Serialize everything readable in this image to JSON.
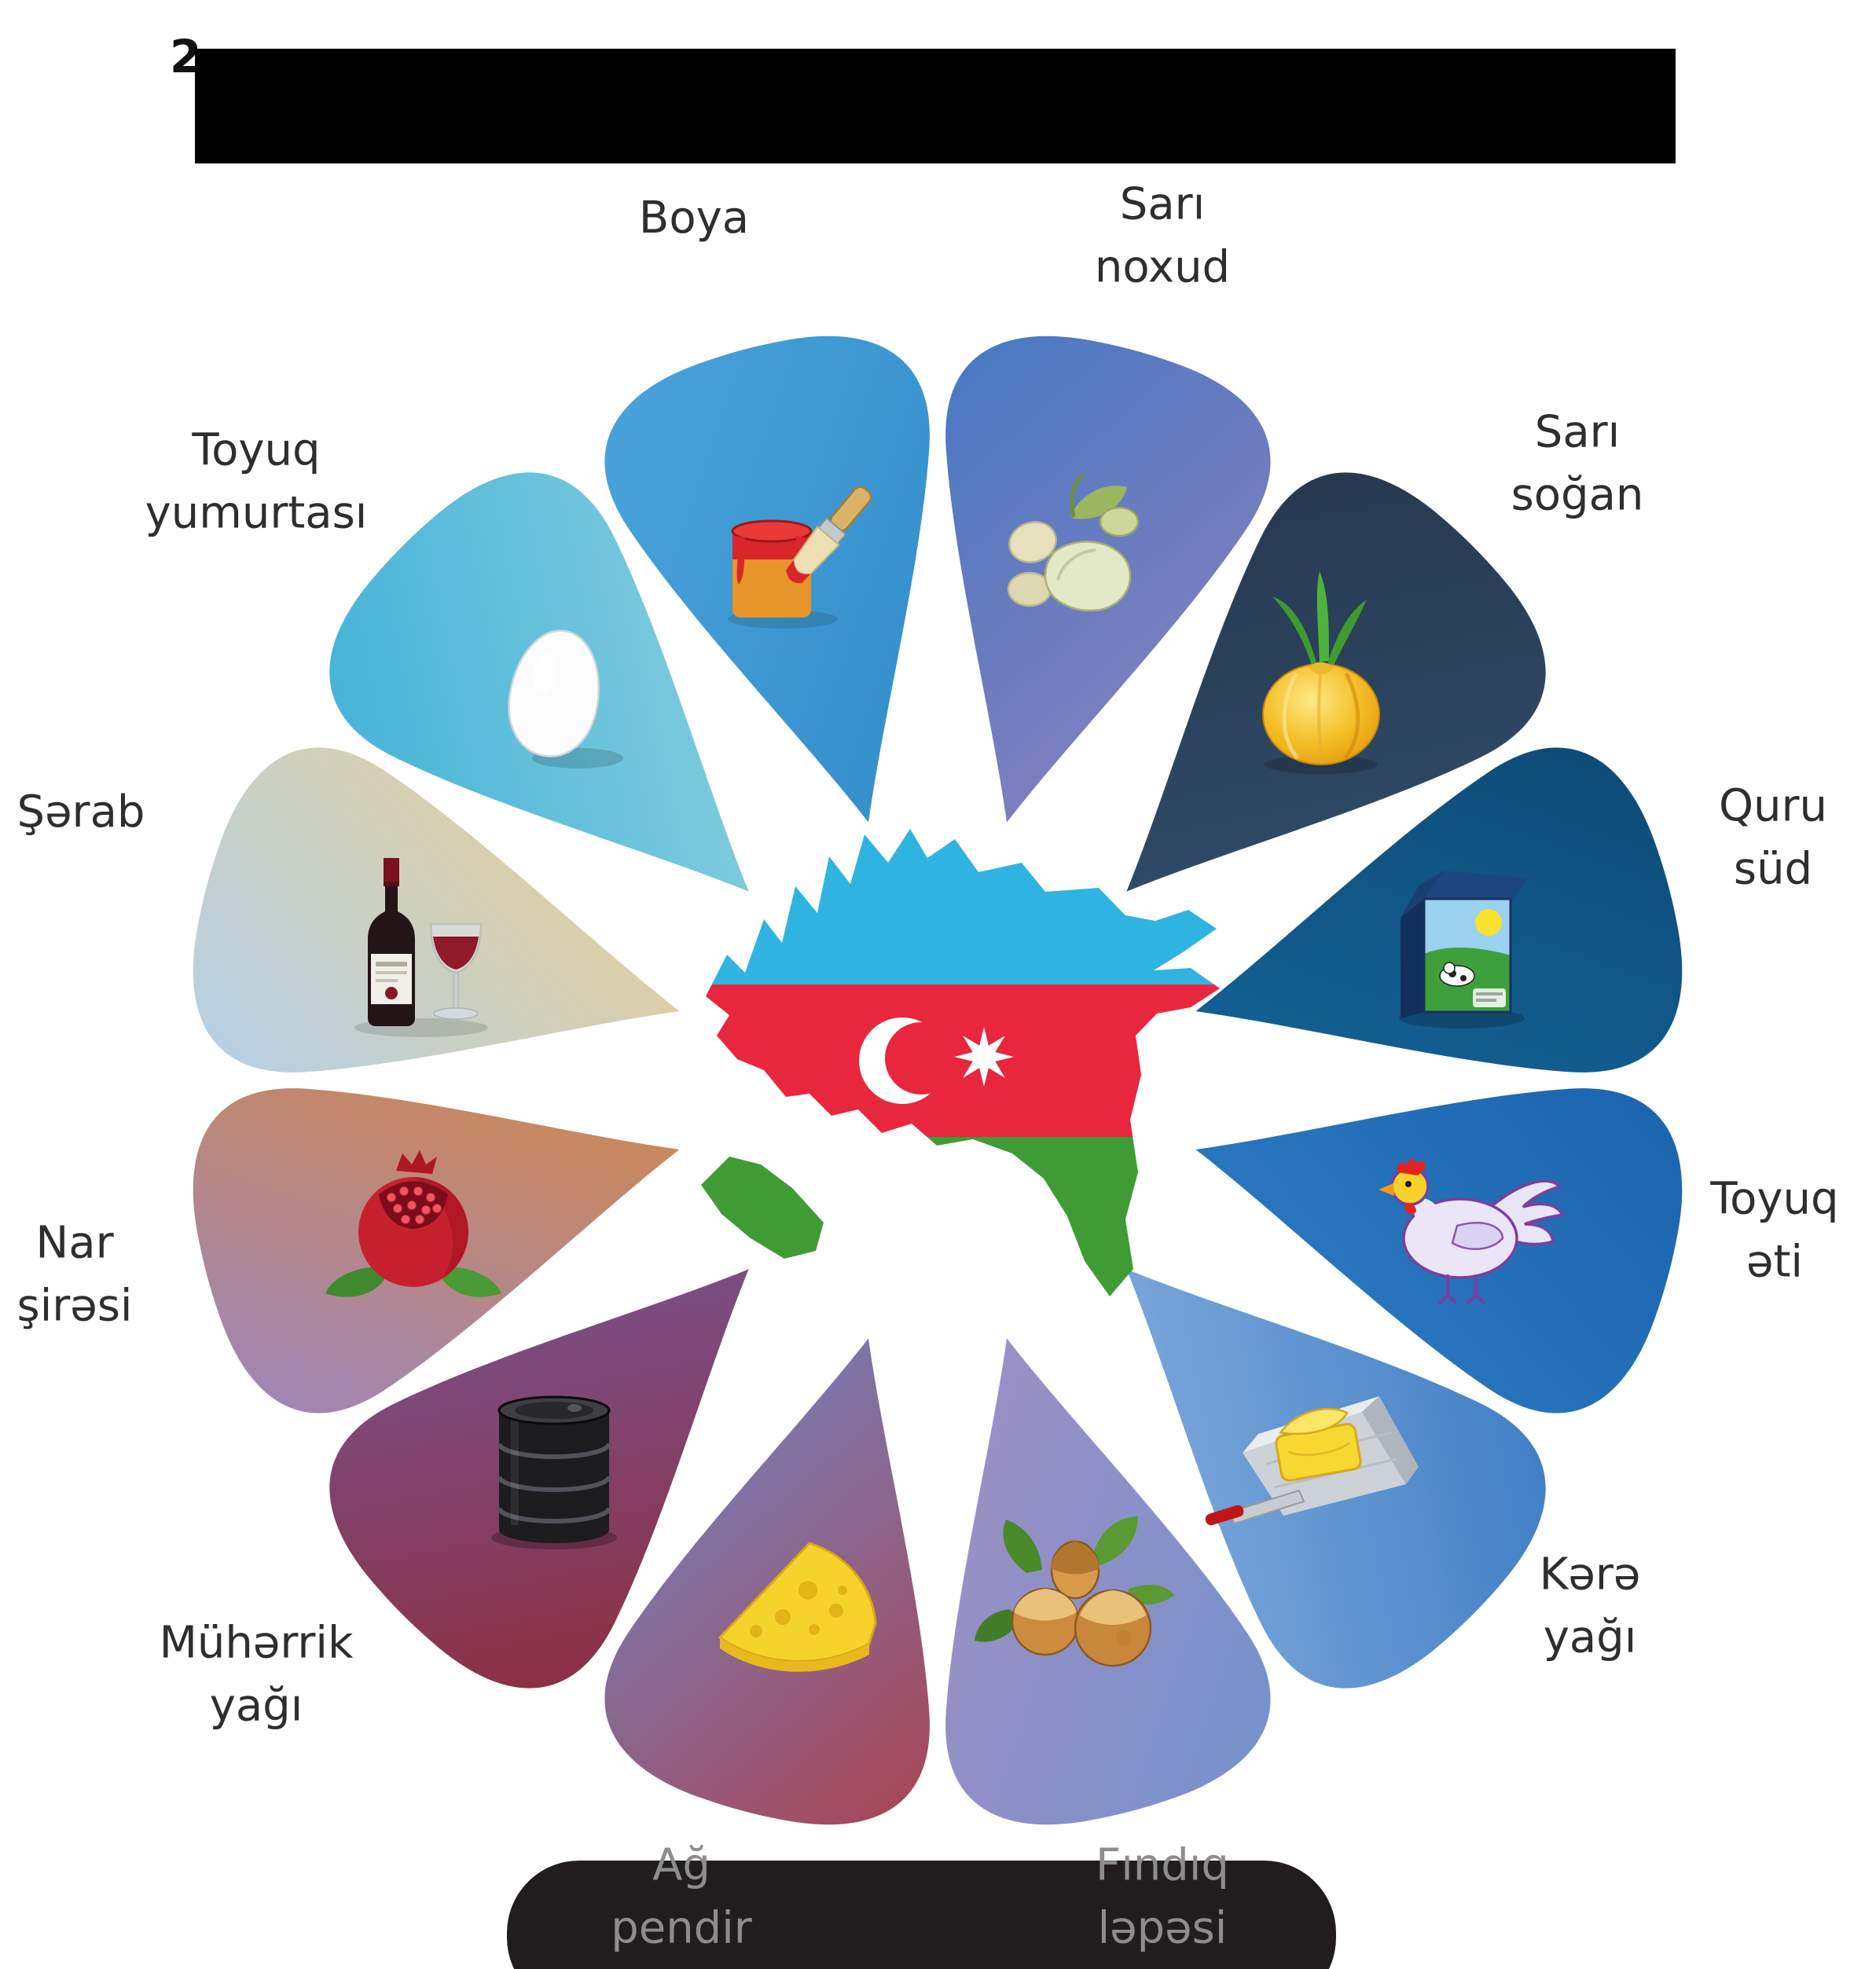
{
  "title": {
    "visible_text": "2",
    "redacted_bar": true
  },
  "center_map": {
    "name": "Azerbaijan map filled with national flag",
    "flag": {
      "blue": "#2fb4e1",
      "red": "#e8263d",
      "green": "#3f9c35",
      "crescent_star": "#ffffff"
    }
  },
  "label_color": "#2e2e2e",
  "muted_label_color": "#8d8d8d",
  "footer_capsule_color": "#211d1e",
  "petals": [
    {
      "id": "boya",
      "label": "Boya",
      "icon": "paint-icon",
      "c1": "#4aa4dc",
      "c2": "#2e8ac6"
    },
    {
      "id": "sari-noxud",
      "label": "Sarı\nnoxud",
      "icon": "chickpeas-icon",
      "c1": "#4678c4",
      "c2": "#8e80bb"
    },
    {
      "id": "sari-sogan",
      "label": "Sarı\nsoğan",
      "icon": "onion-icon",
      "c1": "#26374f",
      "c2": "#31506e"
    },
    {
      "id": "quru-sud",
      "label": "Quru\nsüd",
      "icon": "milk-carton-icon",
      "c1": "#0d4a75",
      "c2": "#15669c"
    },
    {
      "id": "toyuq-eti",
      "label": "Toyuq\nəti",
      "icon": "chicken-icon",
      "c1": "#1a64ad",
      "c2": "#2e7cc4"
    },
    {
      "id": "kere-yagi",
      "label": "Kərə\nyağı",
      "icon": "butter-icon",
      "c1": "#3c7cc4",
      "c2": "#8cb2e0"
    },
    {
      "id": "findiq-lepesi",
      "label": "Fındıq\nləpəsi",
      "icon": "hazelnuts-icon",
      "c1": "#7391cc",
      "c2": "#a890c2"
    },
    {
      "id": "ag-pendir",
      "label": "Ağ\npendir",
      "icon": "cheese-icon",
      "c1": "#aa4452",
      "c2": "#6e86c6"
    },
    {
      "id": "muherrik-yagi",
      "label": "Mühərrik\nyağı",
      "icon": "oil-barrel-icon",
      "c1": "#8e2d3e",
      "c2": "#75589a"
    },
    {
      "id": "nar-siresi",
      "label": "Nar\nşirəsi",
      "icon": "pomegranate-icon",
      "c1": "#9c86bd",
      "c2": "#d9893c"
    },
    {
      "id": "serab",
      "label": "Şərab",
      "icon": "wine-icon",
      "c1": "#b3d0e8",
      "c2": "#e9cf94"
    },
    {
      "id": "toyuq-yumurtasi",
      "label": "Toyuq\nyumurtası",
      "icon": "egg-icon",
      "c1": "#41b2d8",
      "c2": "#90d2de"
    }
  ]
}
